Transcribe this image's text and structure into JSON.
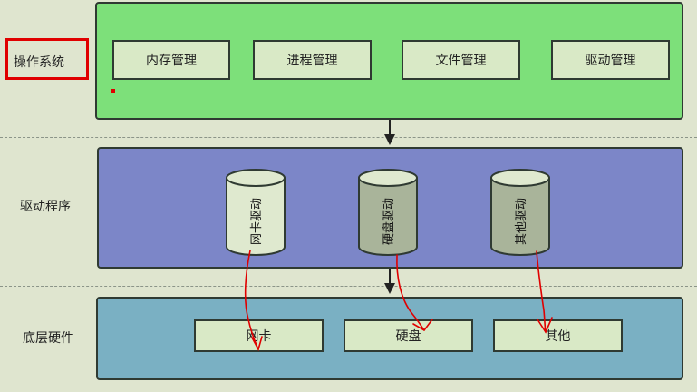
{
  "layers": {
    "os": {
      "label": "操作系统",
      "modules": [
        "内存管理",
        "进程管理",
        "文件管理",
        "驱动管理"
      ]
    },
    "drivers": {
      "label": "驱动程序",
      "cylinders": [
        "网卡驱动",
        "硬盘驱动",
        "其他驱动"
      ]
    },
    "hardware": {
      "label": "底层硬件",
      "devices": [
        "网卡",
        "硬盘",
        "其他"
      ]
    }
  },
  "colors": {
    "os_fill": "#7de07a",
    "driver_fill": "#7c86c8",
    "hardware_fill": "#7ab0c3",
    "module_fill": "#d9e9c6",
    "cylinder_light": "#dfe9cf",
    "cylinder_dark": "#a9b49a",
    "annotation_red": "#e00000"
  }
}
